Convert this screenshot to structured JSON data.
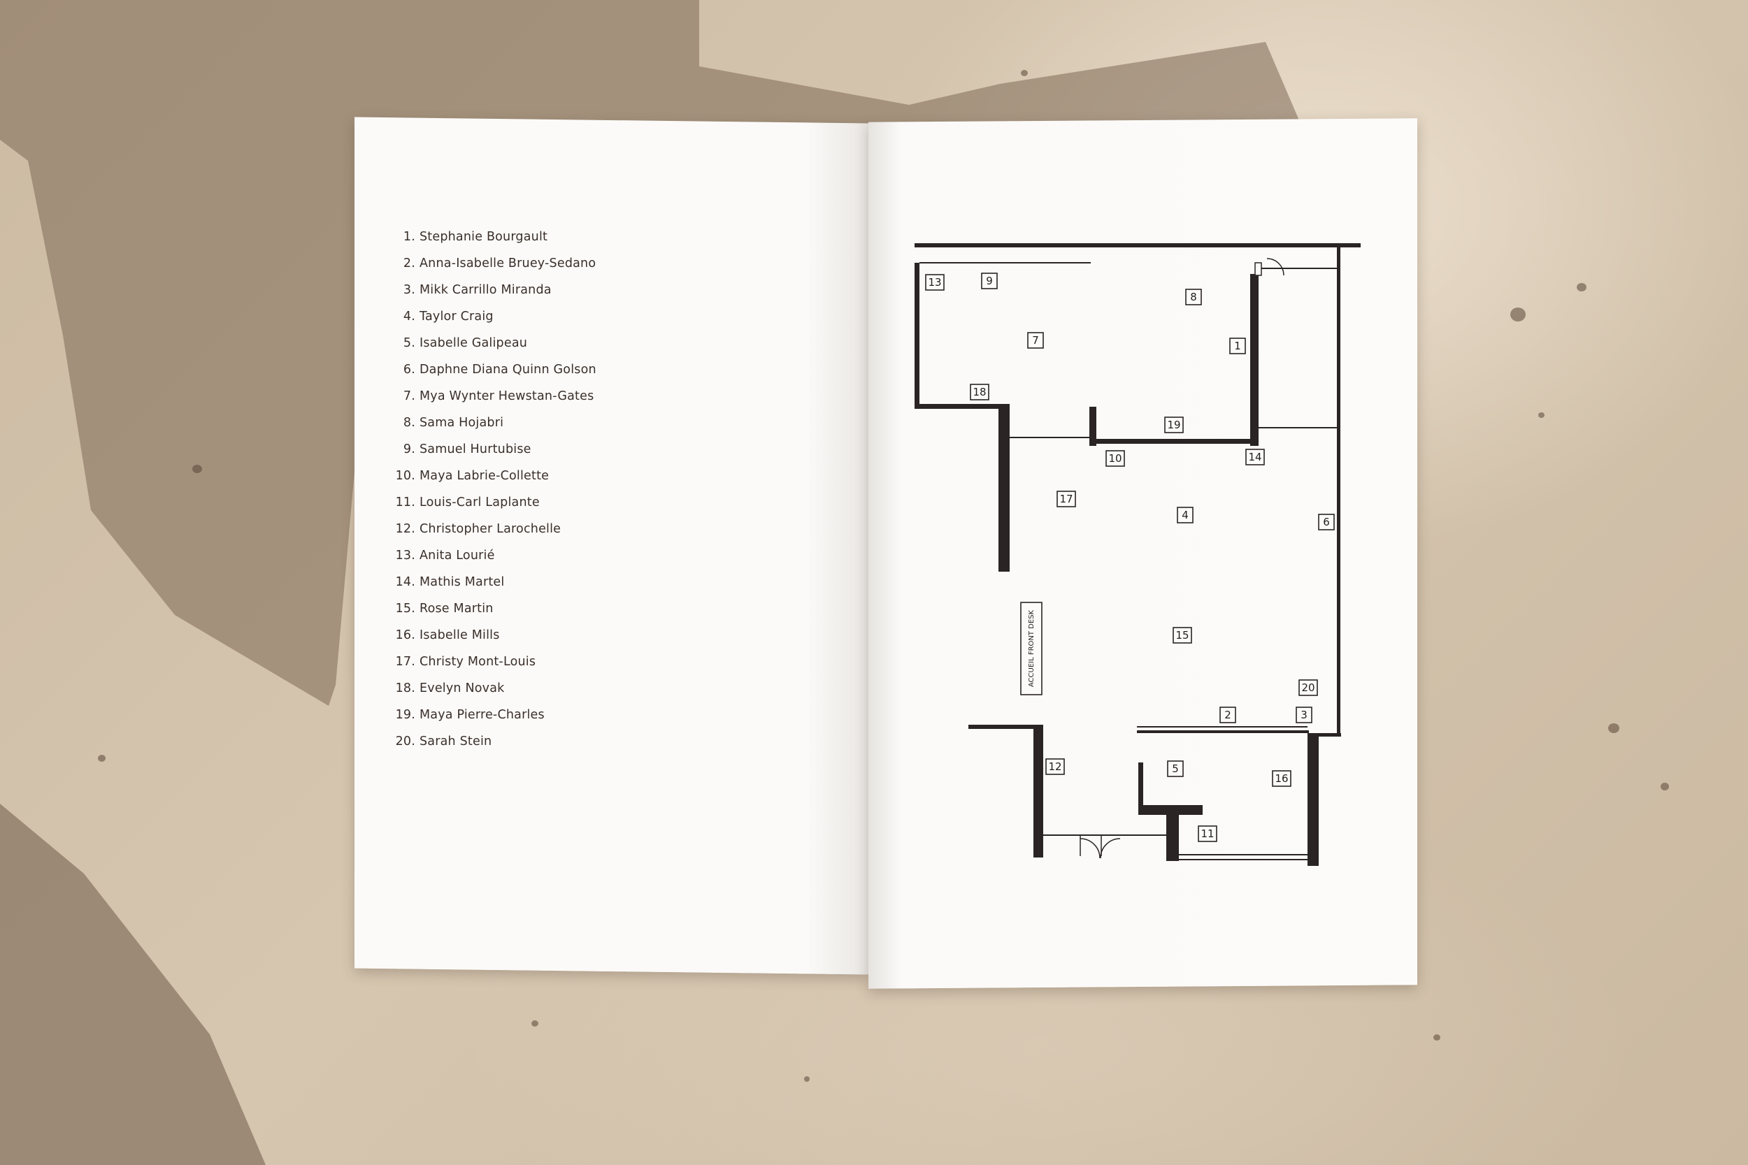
{
  "artists": [
    {
      "num": "1.",
      "name": "Stephanie Bourgault"
    },
    {
      "num": "2.",
      "name": "Anna-Isabelle Bruey-Sedano"
    },
    {
      "num": "3.",
      "name": "Mikk Carrillo Miranda"
    },
    {
      "num": "4.",
      "name": "Taylor Craig"
    },
    {
      "num": "5.",
      "name": "Isabelle Galipeau"
    },
    {
      "num": "6.",
      "name": "Daphne Diana Quinn Golson"
    },
    {
      "num": "7.",
      "name": "Mya Wynter Hewstan-Gates"
    },
    {
      "num": "8.",
      "name": "Sama Hojabri"
    },
    {
      "num": "9.",
      "name": "Samuel Hurtubise"
    },
    {
      "num": "10.",
      "name": "Maya Labrie-Collette"
    },
    {
      "num": "11.",
      "name": "Louis-Carl Laplante"
    },
    {
      "num": "12.",
      "name": "Christopher Larochelle"
    },
    {
      "num": "13.",
      "name": "Anita Lourié"
    },
    {
      "num": "14.",
      "name": "Mathis Martel"
    },
    {
      "num": "15.",
      "name": "Rose Martin"
    },
    {
      "num": "16.",
      "name": "Isabelle Mills"
    },
    {
      "num": "17.",
      "name": "Christy Mont-Louis"
    },
    {
      "num": "18.",
      "name": "Evelyn Novak"
    },
    {
      "num": "19.",
      "name": "Maya Pierre-Charles"
    },
    {
      "num": "20.",
      "name": "Sarah Stein"
    }
  ],
  "floor_plan": {
    "front_desk_label": "ACCUEIL FRONT DESK",
    "room_numbers": [
      "1",
      "2",
      "3",
      "4",
      "5",
      "6",
      "7",
      "8",
      "9",
      "10",
      "11",
      "12",
      "13",
      "14",
      "15",
      "16",
      "17",
      "18",
      "19",
      "20"
    ]
  },
  "colors": {
    "paper": "#fbfaf8",
    "ink": "#2a2424",
    "concrete": "#cdbba3",
    "shadow": "#7d6a56"
  }
}
